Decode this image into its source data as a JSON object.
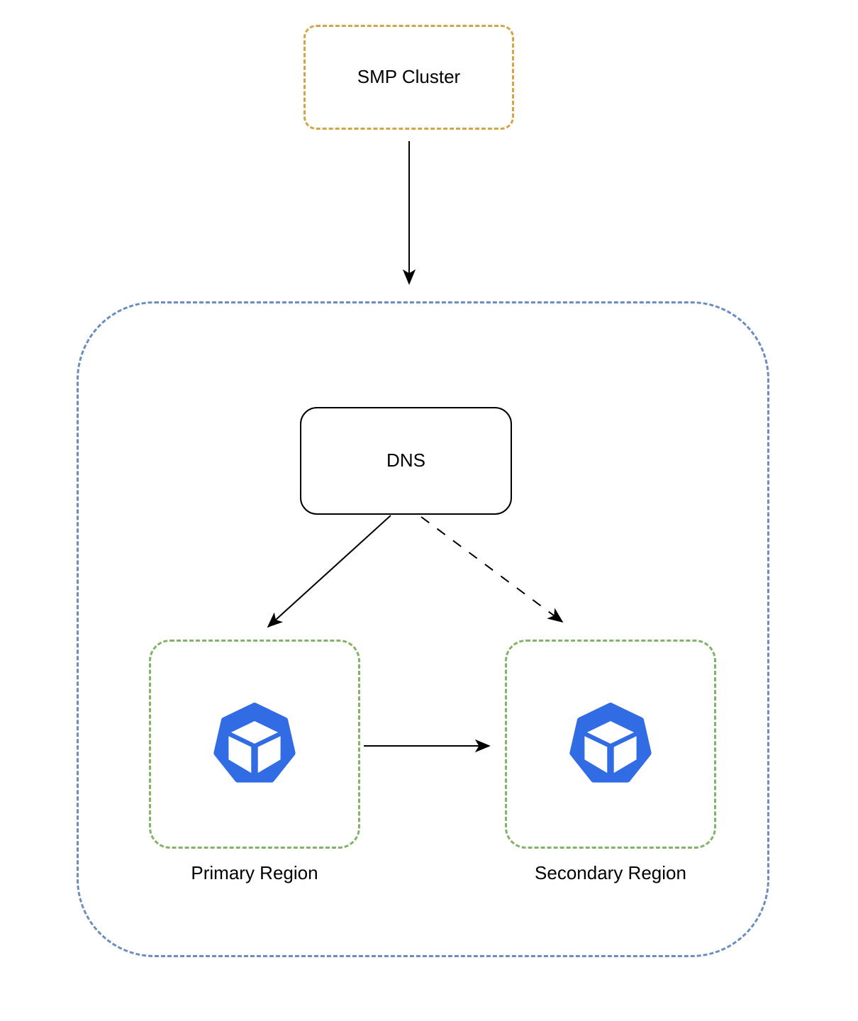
{
  "diagram": {
    "background": "#FFFFFF",
    "nodes": {
      "smp_cluster": {
        "label": "SMP Cluster",
        "border_color": "#D2A546",
        "border_style": "dashed",
        "fill": "#FFFFFF"
      },
      "dns_zone_container": {
        "label": "",
        "border_color": "#6C8EBF",
        "border_style": "dashed",
        "fill": "none"
      },
      "dns": {
        "label": "DNS",
        "border_color": "#000000",
        "border_style": "solid",
        "fill": "#FFFFFF"
      },
      "primary_region": {
        "label": "Primary Region",
        "border_color": "#82B366",
        "border_style": "dashed",
        "icon": "kubernetes-node-cube-icon",
        "icon_color": "#326CE5"
      },
      "secondary_region": {
        "label": "Secondary Region",
        "border_color": "#82B366",
        "border_style": "dashed",
        "icon": "kubernetes-node-cube-icon",
        "icon_color": "#326CE5"
      }
    },
    "edges": [
      {
        "from": "smp_cluster",
        "to": "dns_zone_container",
        "style": "solid",
        "arrow": "filled"
      },
      {
        "from": "dns",
        "to": "primary_region",
        "style": "solid",
        "arrow": "filled"
      },
      {
        "from": "dns",
        "to": "secondary_region",
        "style": "dashed",
        "arrow": "filled"
      },
      {
        "from": "primary_region",
        "to": "secondary_region",
        "style": "solid",
        "arrow": "filled"
      }
    ],
    "colors": {
      "edge_stroke": "#000000",
      "gold_dashed": "#D2A546",
      "blue_dashed": "#6C8EBF",
      "green_dashed": "#82B366",
      "icon_blue": "#326CE5"
    }
  }
}
